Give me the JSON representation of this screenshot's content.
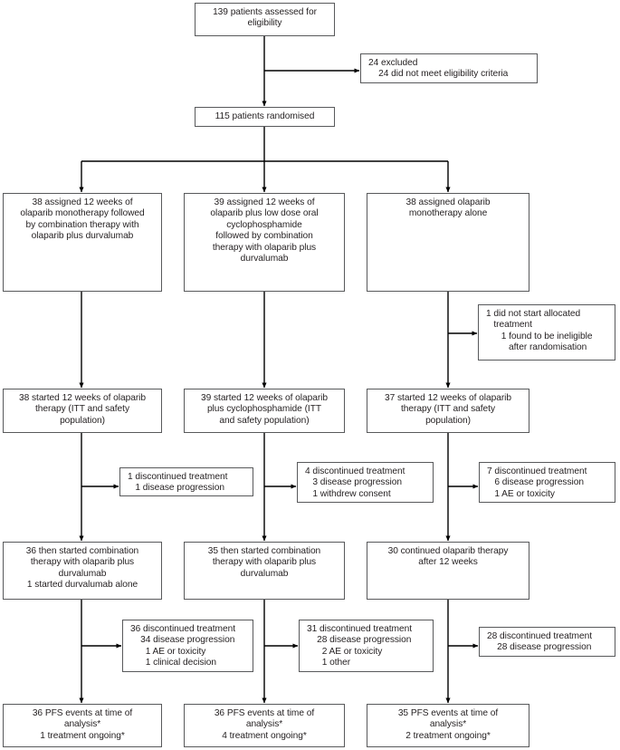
{
  "diagram": {
    "type": "consort-flow-diagram",
    "title": "CONSORT trial profile",
    "colors": {
      "box_border": "#58595b",
      "text": "#231f20",
      "background": "#ffffff",
      "connector": "#000000"
    },
    "nodes": {
      "assessed": {
        "id": "assessed",
        "text": "139 patients assessed for\neligibility",
        "align": "center"
      },
      "excluded": {
        "id": "excluded",
        "text": "24 excluded\n    24 did not meet eligibility criteria",
        "align": "left"
      },
      "randomised": {
        "id": "randomised",
        "text": "115 patients randomised",
        "align": "center"
      },
      "arm1_assigned": {
        "id": "arm1-assigned",
        "text": "38 assigned 12 weeks of\nolaparib monotherapy followed\nby combination therapy with\nolaparib plus durvalumab",
        "align": "center"
      },
      "arm2_assigned": {
        "id": "arm2-assigned",
        "text": "39 assigned 12 weeks of\nolaparib plus low dose oral\ncyclophosphamide\nfollowed by combination\ntherapy with olaparib plus\ndurvalumab",
        "align": "center"
      },
      "arm3_assigned": {
        "id": "arm3-assigned",
        "text": "38 assigned olaparib\nmonotherapy alone",
        "align": "center"
      },
      "arm3_notstarted": {
        "id": "arm3-not-started",
        "text": "1 did not start allocated\n   treatment\n      1 found to be ineligible\n         after randomisation",
        "align": "left"
      },
      "arm1_started": {
        "id": "arm1-started",
        "text": "38 started 12 weeks of olaparib\ntherapy (ITT and safety\npopulation)",
        "align": "center"
      },
      "arm2_started": {
        "id": "arm2-started",
        "text": "39 started 12 weeks of olaparib\nplus cyclophosphamide (ITT\nand safety population)",
        "align": "center"
      },
      "arm3_started": {
        "id": "arm3-started",
        "text": "37 started 12 weeks of olaparib\ntherapy (ITT and safety\npopulation)",
        "align": "center"
      },
      "arm1_disc1": {
        "id": "arm1-discontinued-1",
        "text": "1 discontinued treatment\n   1 disease progression",
        "align": "left"
      },
      "arm2_disc1": {
        "id": "arm2-discontinued-1",
        "text": "4 discontinued treatment\n   3 disease progression\n   1 withdrew consent",
        "align": "left"
      },
      "arm3_disc1": {
        "id": "arm3-discontinued-1",
        "text": "7 discontinued treatment\n   6 disease progression\n   1 AE or toxicity",
        "align": "left"
      },
      "arm1_combination": {
        "id": "arm1-combination",
        "text": "36 then started combination\ntherapy with olaparib plus\ndurvalumab\n1 started durvalumab alone",
        "align": "center"
      },
      "arm2_combination": {
        "id": "arm2-combination",
        "text": "35 then started combination\ntherapy with olaparib plus\ndurvalumab",
        "align": "center"
      },
      "arm3_continued": {
        "id": "arm3-continued",
        "text": "30 continued olaparib therapy\nafter 12 weeks",
        "align": "center"
      },
      "arm1_disc2": {
        "id": "arm1-discontinued-2",
        "text": "36 discontinued treatment\n    34 disease progression\n      1 AE or toxicity\n      1 clinical decision",
        "align": "left"
      },
      "arm2_disc2": {
        "id": "arm2-discontinued-2",
        "text": "31 discontinued treatment\n    28 disease progression\n      2 AE or toxicity\n      1 other",
        "align": "left"
      },
      "arm3_disc2": {
        "id": "arm3-discontinued-2",
        "text": "28 discontinued treatment\n    28 disease progression",
        "align": "left"
      },
      "arm1_pfs": {
        "id": "arm1-pfs",
        "text": "36 PFS events at time of\nanalysis*\n1 treatment ongoing*",
        "align": "center"
      },
      "arm2_pfs": {
        "id": "arm2-pfs",
        "text": "36 PFS events at time of\nanalysis*\n4 treatment ongoing*",
        "align": "center"
      },
      "arm3_pfs": {
        "id": "arm3-pfs",
        "text": "35 PFS events at time of\nanalysis*\n2 treatment ongoing*",
        "align": "center"
      }
    }
  }
}
